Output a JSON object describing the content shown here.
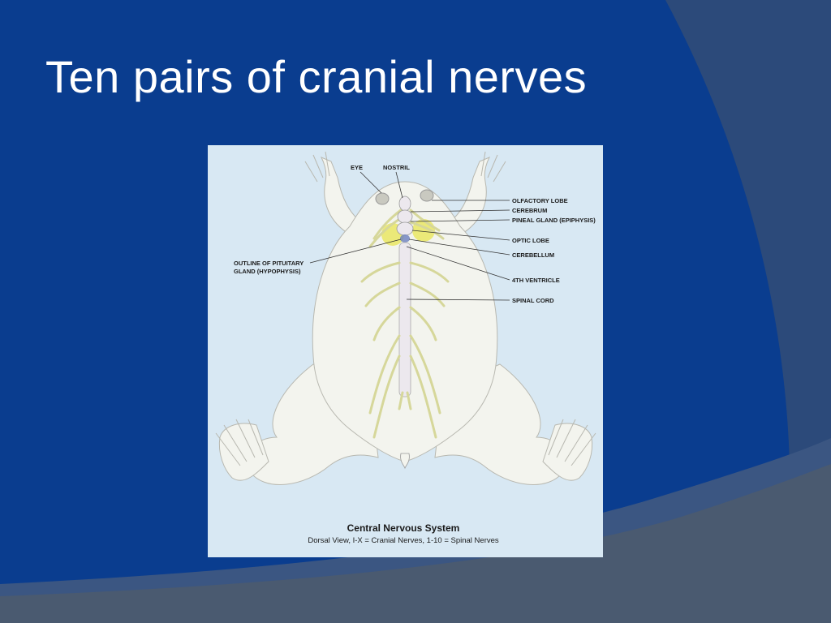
{
  "slide": {
    "title": "Ten pairs of cranial nerves"
  },
  "colors": {
    "background": "#0a3d8f",
    "figure_background": "#d8e8f3",
    "body_fill": "#f3f4ee",
    "nerve": "#d6d79a",
    "ganglia": "#e8e65a"
  },
  "diagram": {
    "labels": {
      "eye": "EYE",
      "nostril": "NOSTRIL",
      "olfactory_lobe": "OLFACTORY LOBE",
      "cerebrum": "CEREBRUM",
      "pineal_gland": "PINEAL GLAND (EPIPHYSIS)",
      "optic_lobe": "OPTIC LOBE",
      "cerebellum": "CEREBELLUM",
      "pituitary_line1": "OUTLINE OF PITUITARY",
      "pituitary_line2": "GLAND (HYPOPHYSIS)",
      "fourth_ventricle": "4TH VENTRICLE",
      "spinal_cord": "SPINAL CORD"
    },
    "caption_title": "Central Nervous System",
    "caption_subtitle": "Dorsal View, I-X = Cranial Nerves, 1-10 = Spinal Nerves"
  }
}
